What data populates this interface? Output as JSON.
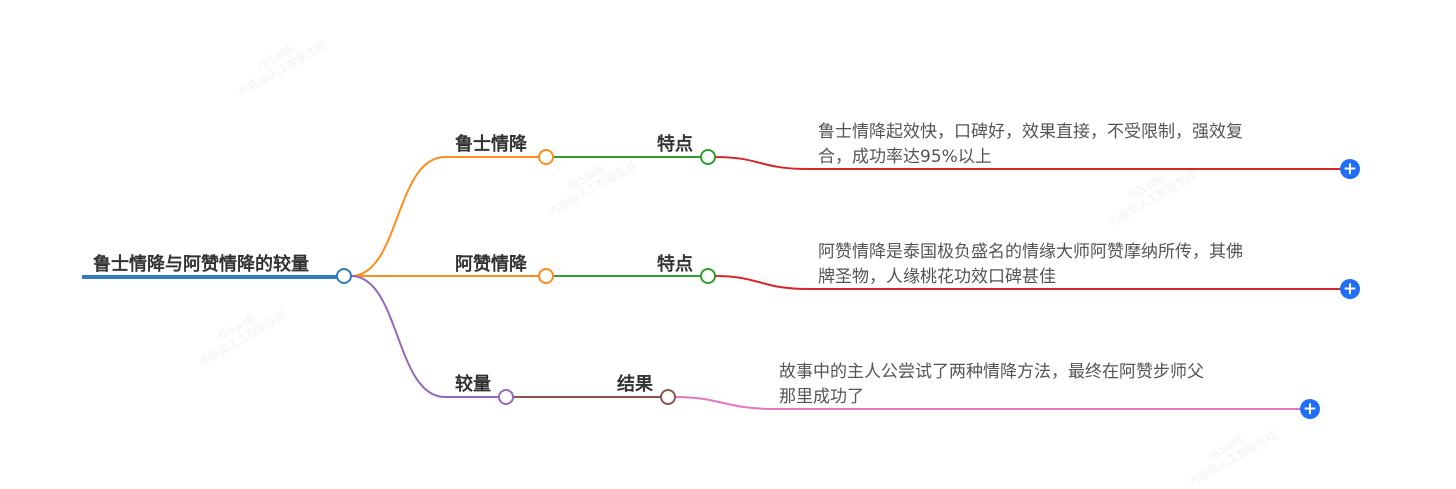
{
  "root": {
    "label": "鲁士情降与阿赞情降的较量"
  },
  "branches": [
    {
      "label": "鲁士情降",
      "child": {
        "label": "特点",
        "desc_lines": [
          "鲁士情降起效快，口碑好，效果直接，不受限制，强效复",
          "合，成功率达95%以上"
        ]
      }
    },
    {
      "label": "阿赞情降",
      "child": {
        "label": "特点",
        "desc_lines": [
          "阿赞情降是泰国极负盛名的情缘大师阿赞摩纳所传，其佛",
          "牌圣物，人缘桃花功效口碑甚佳"
        ]
      }
    },
    {
      "label": "较量",
      "child": {
        "label": "结果",
        "desc_lines": [
          "故事中的主人公尝试了两种情降方法，最终在阿赞步师父",
          "那里成功了"
        ]
      }
    }
  ],
  "expand_icon": "plus-icon",
  "watermark": {
    "id": "f85ad6",
    "text": "内容由人工智能生成"
  },
  "colors": {
    "root": "#2f7bbd",
    "b1": "#ff8c1a",
    "b2": "#ff8c1a",
    "b3": "#9467bd",
    "features": "#2ca02c",
    "result": "#8c564b",
    "desc1": "#d62728",
    "desc3": "#e377c2",
    "plus": "#1f6ef5"
  }
}
